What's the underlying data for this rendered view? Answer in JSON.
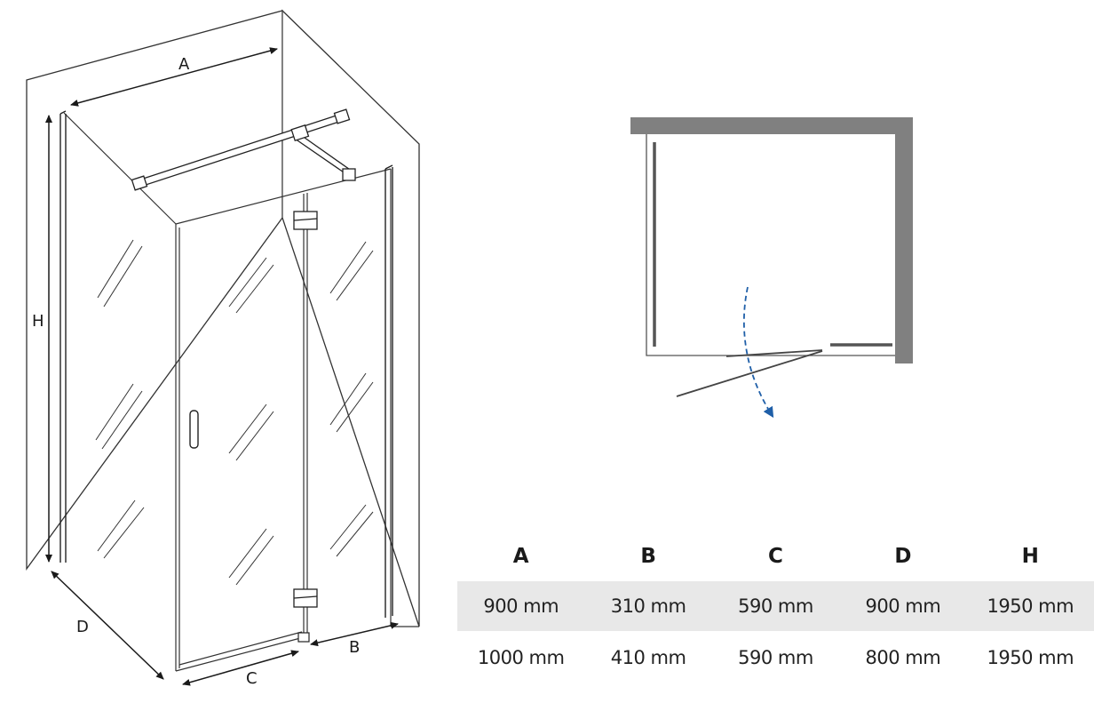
{
  "dimension_labels": {
    "a": "A",
    "b": "B",
    "c": "C",
    "d": "D",
    "h": "H"
  },
  "table": {
    "headers": [
      "A",
      "B",
      "C",
      "D",
      "H"
    ],
    "rows": [
      [
        "900 mm",
        "310 mm",
        "590 mm",
        "900 mm",
        "1950 mm"
      ],
      [
        "1000 mm",
        "410 mm",
        "590 mm",
        "800 mm",
        "1950 mm"
      ]
    ]
  },
  "colors": {
    "wall": "#808080",
    "swing_arrow": "#1f5fa8",
    "row_shade": "#e8e8e8"
  }
}
